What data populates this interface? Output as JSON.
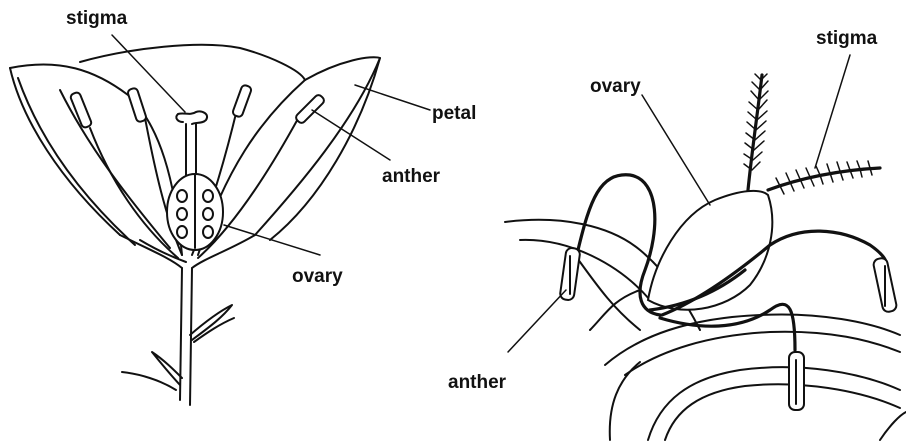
{
  "labels": {
    "left_stigma": "stigma",
    "left_petal": "petal",
    "left_anther": "anther",
    "left_ovary": "ovary",
    "right_ovary": "ovary",
    "right_stigma": "stigma",
    "right_anther": "anther"
  }
}
